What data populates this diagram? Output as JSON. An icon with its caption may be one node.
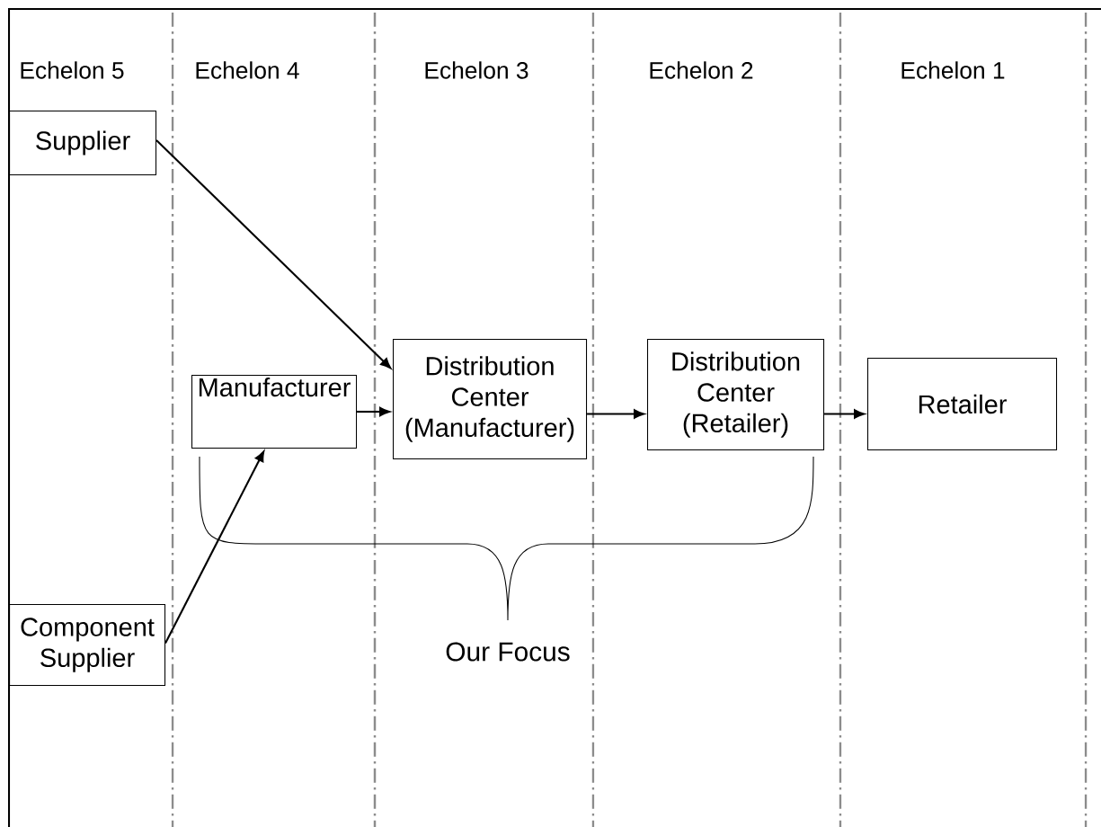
{
  "diagram": {
    "nodes": [
      {
        "text": [
          "Supplier"
        ]
      },
      {
        "text": [
          "Manufacturer"
        ]
      },
      {
        "text": [
          "Distribution Center (Manufacturer)"
        ]
      },
      {
        "text": [
          "Distribution Center (Retailer)"
        ]
      },
      {
        "text": [
          "Retailer"
        ]
      },
      {
        "text": [
          "Component Supplier"
        ]
      }
    ],
    "edges": [
      {
        "from": 0,
        "to": 2,
        "arrow": "to"
      },
      {
        "from": 1,
        "to": 2,
        "arrow": "to"
      },
      {
        "from": 2,
        "to": 3,
        "arrow": "to"
      },
      {
        "from": 3,
        "to": 4,
        "arrow": "to"
      },
      {
        "from": 5,
        "to": 1,
        "arrow": "to"
      }
    ],
    "labels": [
      "Echelon 5",
      "Echelon 4",
      "Echelon 3",
      "Echelon 2",
      "Echelon 1",
      "Our Focus"
    ]
  }
}
